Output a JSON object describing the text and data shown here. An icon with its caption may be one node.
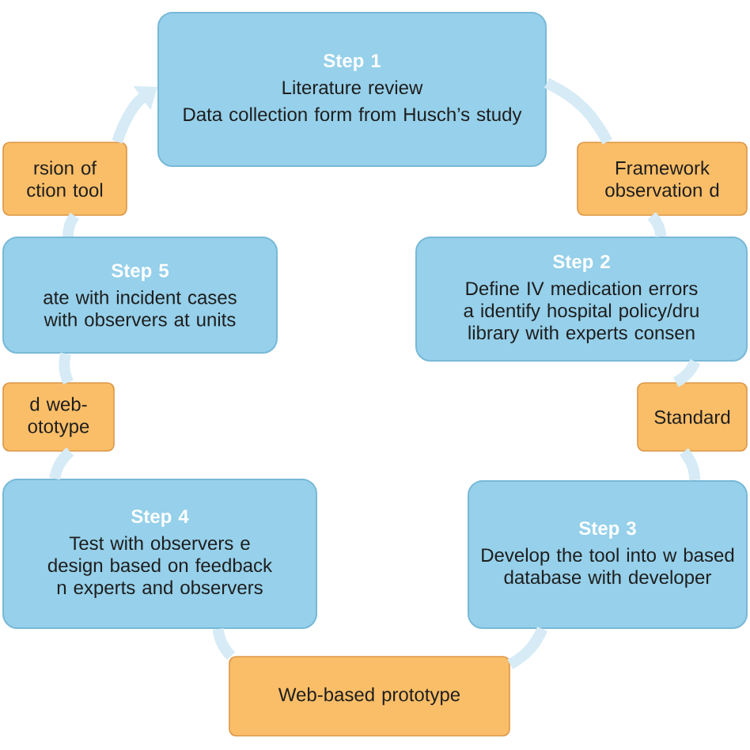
{
  "diagram": {
    "nodes": [
      {
        "text": [
          "Step 1",
          "Literature review",
          "Data collection form from Husch’s study"
        ]
      },
      {
        "text": [
          "Framework observation d"
        ]
      },
      {
        "text": [
          "Step 2",
          "Define IV medication errors a identify hospital policy/dru library with experts consen"
        ]
      },
      {
        "text": [
          "Standard"
        ]
      },
      {
        "text": [
          "Step 3",
          "Develop the tool into w based database with developer"
        ]
      },
      {
        "text": [
          "Web-based prototype"
        ]
      },
      {
        "text": [
          "Step 4",
          "Test with observers e design based on feedback n experts and observers"
        ]
      },
      {
        "text": [
          "d web- ototype"
        ]
      },
      {
        "text": [
          "Step 5",
          "ate with incident cases with observers at units"
        ]
      },
      {
        "text": [
          "rsion of ction tool"
        ]
      }
    ],
    "edges": [
      {
        "from": 0,
        "to": 1,
        "arrow": "none"
      },
      {
        "from": 1,
        "to": 2,
        "arrow": "none"
      },
      {
        "from": 2,
        "to": 3,
        "arrow": "none"
      },
      {
        "from": 3,
        "to": 4,
        "arrow": "none"
      },
      {
        "from": 4,
        "to": 5,
        "arrow": "none"
      },
      {
        "from": 5,
        "to": 6,
        "arrow": "none"
      },
      {
        "from": 6,
        "to": 7,
        "arrow": "none"
      },
      {
        "from": 7,
        "to": 8,
        "arrow": "none"
      },
      {
        "from": 8,
        "to": 9,
        "arrow": "none"
      },
      {
        "from": 9,
        "to": 0,
        "arrow": "to"
      }
    ]
  }
}
